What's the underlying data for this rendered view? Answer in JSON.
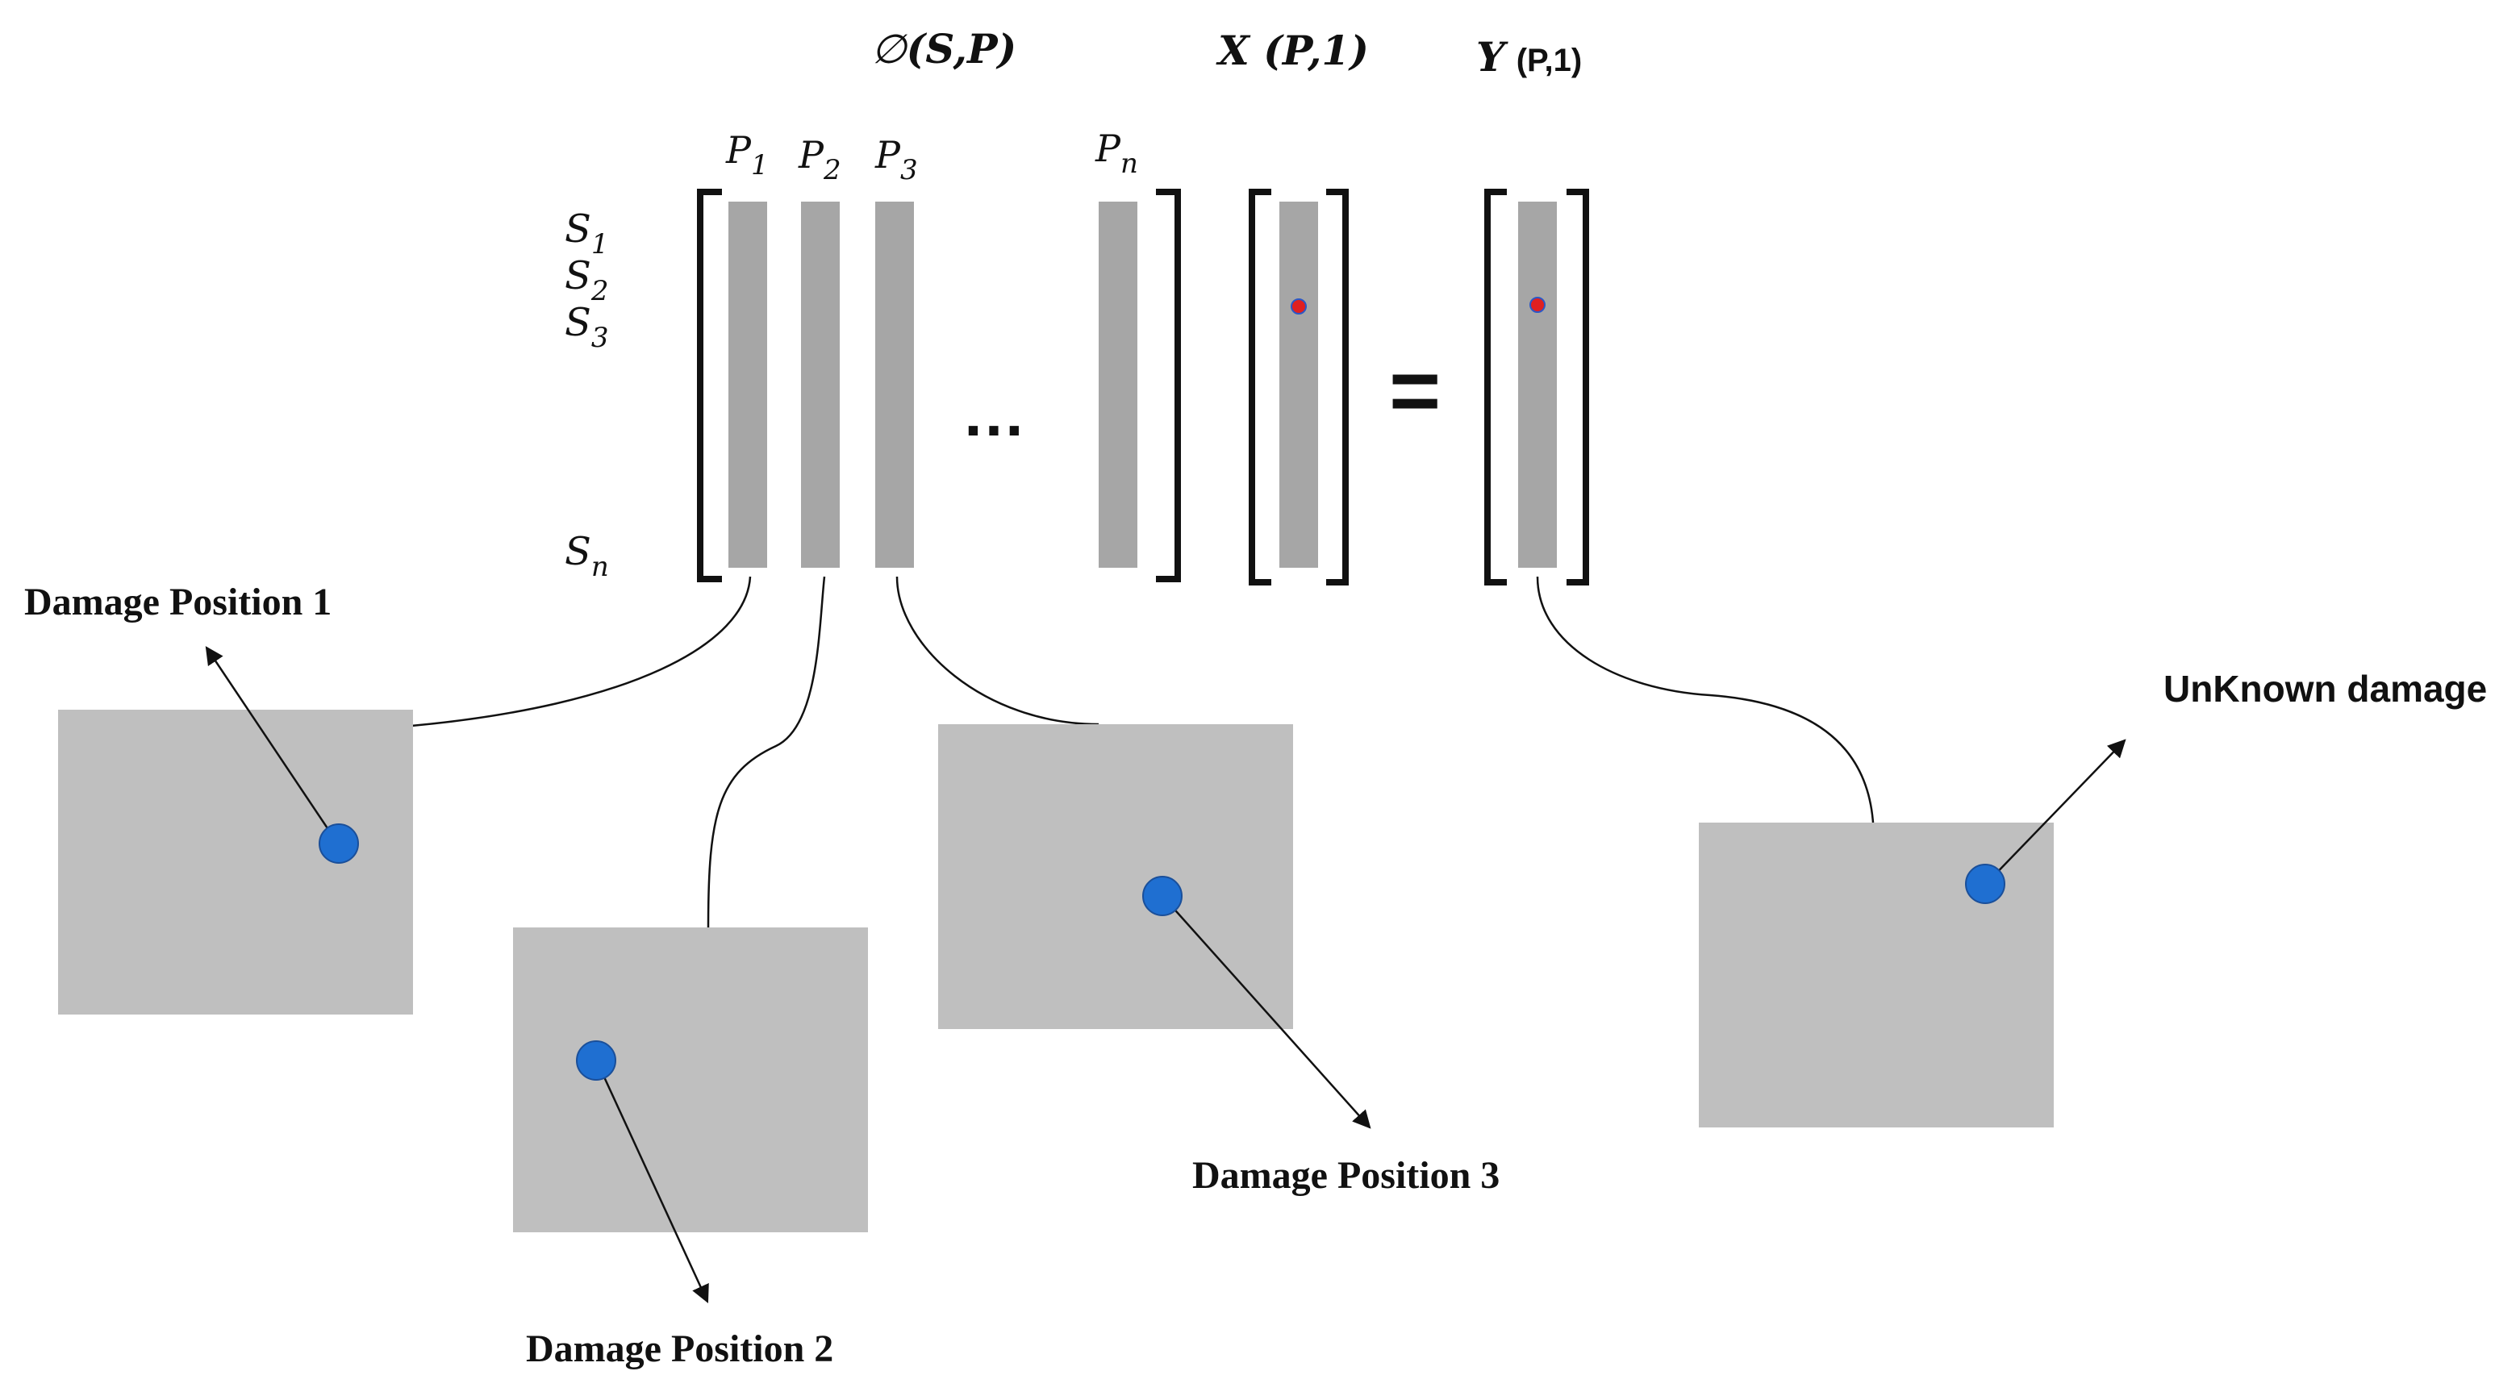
{
  "matrix": {
    "phi_label_symbol": "∅",
    "phi_label_args": "(S,P)",
    "x_label": "X (P,1)",
    "y_label_symbol": "Y",
    "y_label_args": "(P,1)",
    "columns": [
      {
        "base": "P",
        "sub": "1"
      },
      {
        "base": "P",
        "sub": "2"
      },
      {
        "base": "P",
        "sub": "3"
      },
      {
        "base": "P",
        "sub": "n"
      }
    ],
    "rows": [
      {
        "base": "S",
        "sub": "1"
      },
      {
        "base": "S",
        "sub": "2"
      },
      {
        "base": "S",
        "sub": "3"
      },
      {
        "base": "S",
        "sub": "n"
      }
    ],
    "ellipsis": "…",
    "equals": "="
  },
  "panels": [
    {
      "label": "Damage Position 1"
    },
    {
      "label": "Damage Position 2"
    },
    {
      "label": "Damage Position 3"
    },
    {
      "label": "UnKnown damage"
    }
  ],
  "colors": {
    "column": "#a6a6a6",
    "panel": "#bfbfbf",
    "damage_dot": "#1f6fd1",
    "marker_dot": "#e02020",
    "ink": "#111111"
  }
}
